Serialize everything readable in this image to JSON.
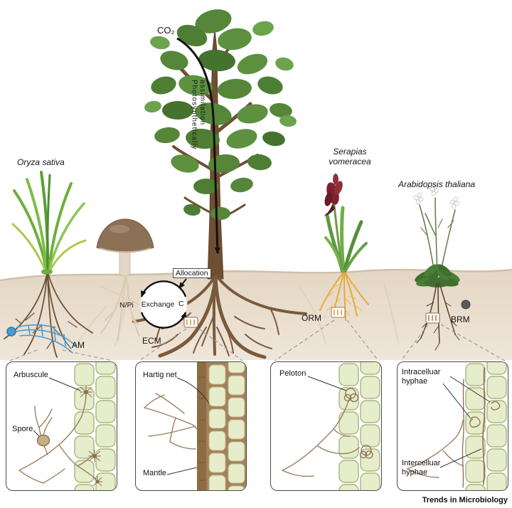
{
  "figure": {
    "co2": "CO₂",
    "assimilation": "Photosynthetically\nassimilation",
    "allocation": "Allocation",
    "exchange": "Exchange",
    "carbon": "C",
    "nutrients": "N/Pi",
    "plants": {
      "rice": "Oryza sativa",
      "orchid": "Serapias\nvomeracea",
      "arabidopsis": "Arabidopsis thaliana"
    },
    "symbiosis": {
      "am": "AM",
      "ecm": "ECM",
      "orm": "ORM",
      "brm": "BRM"
    },
    "panels": {
      "am": {
        "arbuscule": "Arbuscule",
        "spore": "Spore"
      },
      "ecm": {
        "hartig_net": "Hartig net",
        "mantle": "Mantle"
      },
      "orm": {
        "peloton": "Peloton"
      },
      "brm": {
        "intracellular": "Intracelluar\nhyphae",
        "intercellular": "Intercelluar\nhyphae"
      }
    },
    "journal": "Trends in Microbiology",
    "colors": {
      "soil": "#e8dccc",
      "foliage_green": "#55863a",
      "am_hyphae_blue": "#4a9bd2",
      "orm_roots_orange": "#e8a93e",
      "cell_fill_green": "#e6edca",
      "fungal_hyphae_tan": "#9b8060",
      "orchid_flower_red": "#7e2230"
    }
  }
}
